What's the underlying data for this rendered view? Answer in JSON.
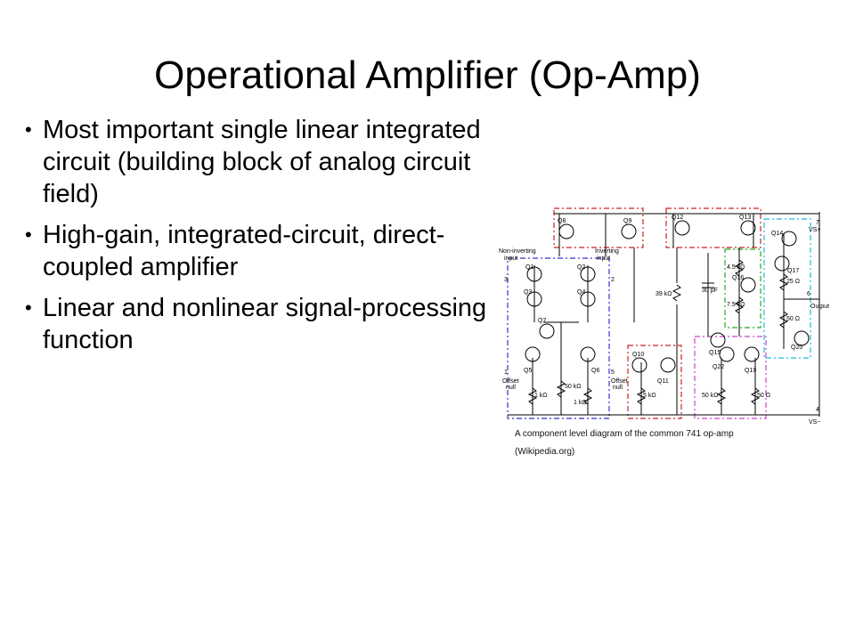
{
  "slide": {
    "title": "Operational Amplifier (Op-Amp)",
    "bullets": [
      "Most important single linear integrated circuit (building block of analog circuit field)",
      "High-gain, integrated-circuit, direct-coupled amplifier",
      "Linear and nonlinear signal-processing function"
    ]
  },
  "diagram": {
    "transistors": [
      "Q1",
      "Q2",
      "Q3",
      "Q4",
      "Q5",
      "Q6",
      "Q7",
      "Q8",
      "Q9",
      "Q10",
      "Q11",
      "Q12",
      "Q13",
      "Q14",
      "Q15",
      "Q16",
      "Q17",
      "Q19",
      "Q20",
      "Q22"
    ],
    "labels": {
      "non_inverting": "Non-inverting input",
      "inverting": "Inverting input",
      "offset_null_left": "Offset null",
      "offset_null_right": "Offset null",
      "output": "Output",
      "vs_plus": "VS+",
      "vs_minus": "VS−"
    },
    "pins": [
      "1",
      "2",
      "3",
      "4",
      "5",
      "6",
      "7"
    ],
    "components": [
      "39 kΩ",
      "30 pF",
      "4.5 kΩ",
      "7.5 kΩ",
      "25 Ω",
      "50 Ω",
      "50 kΩ",
      "1 kΩ",
      "5 kΩ",
      "50 Ω"
    ],
    "colors": {
      "blue": "#3333cc",
      "red": "#cc2222",
      "green": "#22aa22",
      "cyan": "#22bbdd",
      "magenta": "#cc44cc"
    }
  },
  "caption": {
    "line1": "A component level diagram of the common 741 op-amp",
    "line2": "(Wikipedia.org)"
  }
}
